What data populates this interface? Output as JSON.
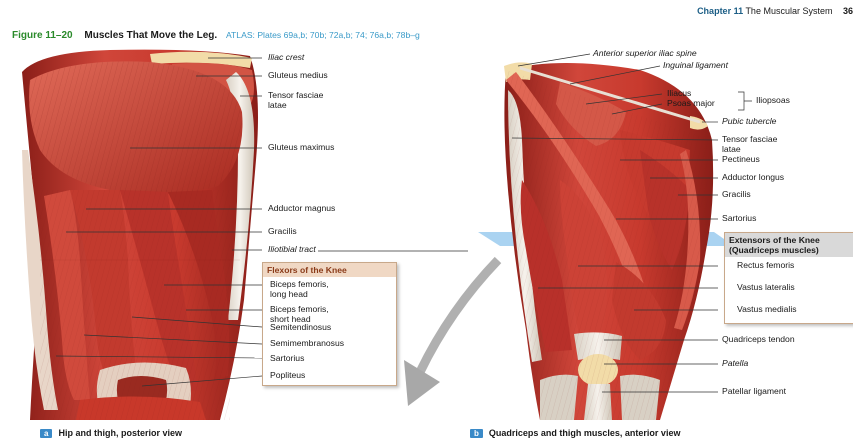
{
  "header": {
    "chapter": "Chapter 11",
    "chapter_title": "The Muscular System",
    "page": "36"
  },
  "figure": {
    "number": "Figure 11–20",
    "title": "Muscles That Move the Leg.",
    "atlas": "ATLAS: Plates 69a,b; 70b; 72a,b; 74; 76a,b; 78b–g"
  },
  "panel_a": {
    "labels": {
      "iliac_crest": "Iliac crest",
      "gluteus_medius": "Gluteus medius",
      "tensor_fasciae_latae": "Tensor fasciae\nlatae",
      "gluteus_maximus": "Gluteus maximus",
      "adductor_magnus": "Adductor magnus",
      "gracilis": "Gracilis",
      "iliotibial_tract": "Iliotibial tract"
    },
    "flexors_box": {
      "title": "Flexors of the Knee",
      "items": {
        "biceps_long": "Biceps femoris,\nlong head",
        "biceps_short": "Biceps femoris,\nshort head",
        "semitendinosus": "Semitendinosus",
        "semimembranosus": "Semimembranosus",
        "sartorius": "Sartorius",
        "popliteus": "Popliteus"
      }
    },
    "caption_tag": "a",
    "caption": "Hip and thigh, posterior view"
  },
  "panel_b": {
    "labels": {
      "asis": "Anterior superior iliac spine",
      "inguinal": "Inguinal ligament",
      "iliacus": "Iliacus",
      "psoas": "Psoas major",
      "iliopsoas": "Iliopsoas",
      "pubic_tubercle": "Pubic tubercle",
      "tensor": "Tensor fasciae\nlatae",
      "pectineus": "Pectineus",
      "adductor_longus": "Adductor longus",
      "gracilis": "Gracilis",
      "sartorius": "Sartorius",
      "quad_tendon": "Quadriceps tendon",
      "patella": "Patella",
      "patellar_lig": "Patellar ligament"
    },
    "extensors_box": {
      "title": "Extensors of the Knee\n(Quadriceps muscles)",
      "items": {
        "rectus": "Rectus femoris",
        "vlat": "Vastus lateralis",
        "vmed": "Vastus medialis"
      }
    },
    "caption_tag": "b",
    "caption": "Quadriceps and thigh muscles, anterior view"
  },
  "colors": {
    "muscle": "#c8382a",
    "muscle_dark": "#8a1e18",
    "tendon": "#ece6dc",
    "bone": "#f2dca8",
    "figure_number": "#2a8a2a",
    "atlas": "#3a9ac8",
    "box_header": "#f0d8c4",
    "caption_tag": "#3a8ac8"
  }
}
